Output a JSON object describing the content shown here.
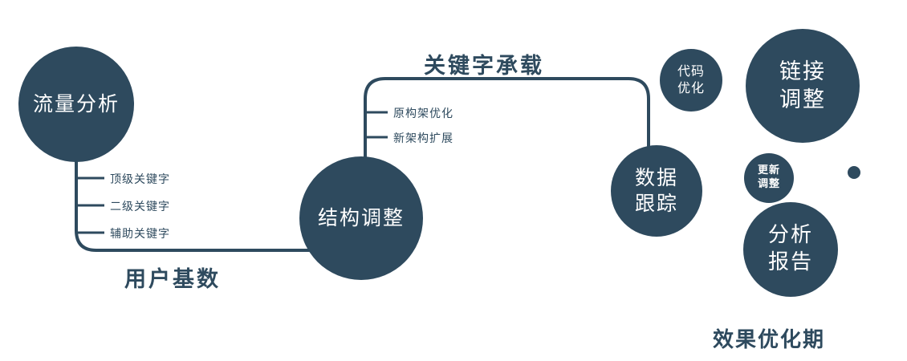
{
  "colors": {
    "primary": "#2e4a5e",
    "text_on_dark": "#ffffff"
  },
  "nodes": {
    "traffic": {
      "label": "流量分析"
    },
    "structure": {
      "label": "结构调整"
    },
    "data_tracking": {
      "line1": "数据",
      "line2": "跟踪"
    },
    "code_opt": {
      "line1": "代码",
      "line2": "优化"
    },
    "link_adjust": {
      "line1": "链接",
      "line2": "调整"
    },
    "update_adjust": {
      "line1": "更新",
      "line2": "调整"
    },
    "analysis_report": {
      "line1": "分析",
      "line2": "报告"
    }
  },
  "edges": {
    "user_base": "用户基数",
    "keyword_load": "关键字承载"
  },
  "branches": {
    "traffic": [
      "顶级关键字",
      "二级关键字",
      "辅助关键字"
    ],
    "structure": [
      "原构架优化",
      "新架构扩展"
    ]
  },
  "caption": "效果优化期"
}
